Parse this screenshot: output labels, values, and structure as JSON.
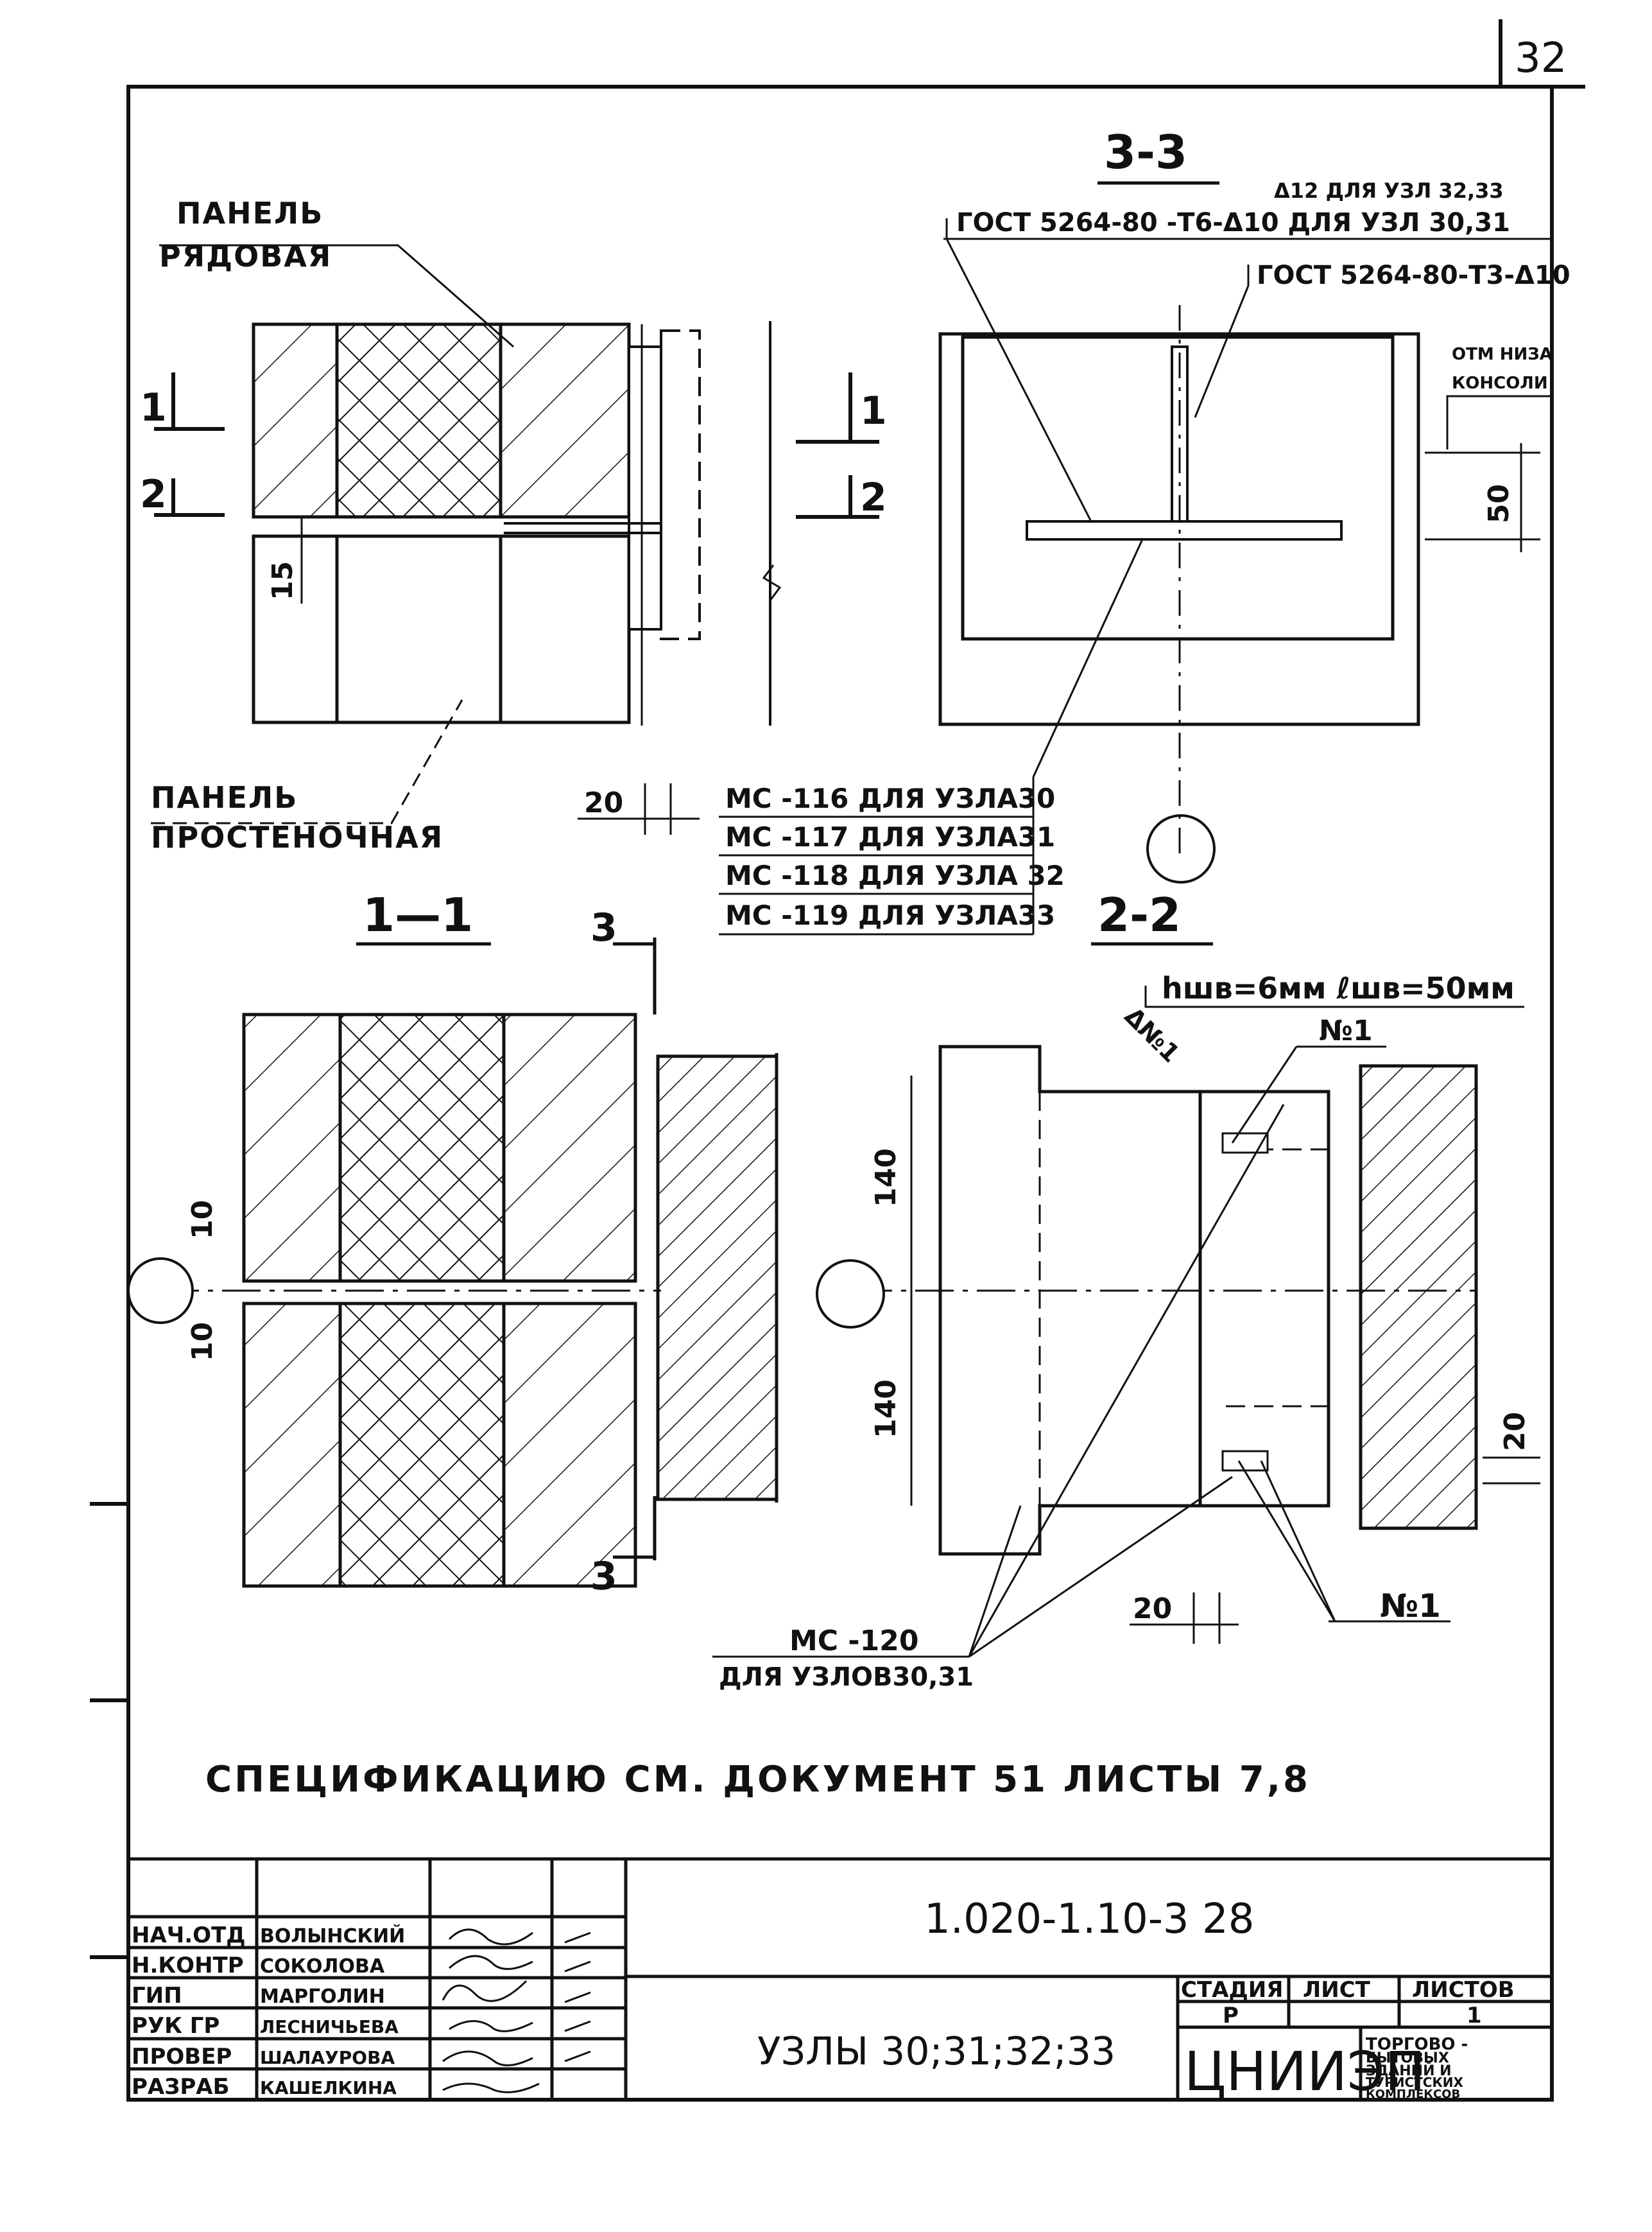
{
  "sheet_number": "32",
  "drawing": {
    "label_panel_row": [
      "ПАНЕЛЬ",
      "РЯДОВАЯ"
    ],
    "label_panel_pier": [
      "ПАНЕЛЬ",
      "ПРОСТЕНОЧНАЯ"
    ],
    "section_3_3_title": "3-3",
    "section_1_1_title": "1—1",
    "section_2_2_title": "2-2",
    "cut_markers": [
      "1",
      "2",
      "1",
      "2",
      "3",
      "3"
    ],
    "gost_lines": [
      "Δ12 ДЛЯ УЗЛ 32,33",
      "ГОСТ 5264-80 -Т6-Δ10 ДЛЯ УЗЛ 30,31",
      "ГОСТ 5264-80-Т3-Δ10"
    ],
    "console_note": [
      "ОТМ НИЗА",
      "КОНСОЛИ"
    ],
    "mc_list": [
      "МС -116 ДЛЯ УЗЛА30",
      "МС -117 ДЛЯ УЗЛА31",
      "МС -118 ДЛЯ УЗЛА 32",
      "МС -119 ДЛЯ УЗЛА33"
    ],
    "weld_note": "hшв=6мм ℓшв=50мм",
    "weld_marks": [
      "№1",
      "№1"
    ],
    "weld_ref": "Δ№1",
    "mc120": [
      "МС -120",
      "ДЛЯ УЗЛОВ30,31"
    ],
    "dims": {
      "d15": "15",
      "d20a": "20",
      "d50": "50",
      "d10a": "10",
      "d10b": "10",
      "d140a": "140",
      "d140b": "140",
      "d20b": "20",
      "d20c": "20"
    },
    "spec_note": "СПЕЦИФИКАЦИЮ  СМ. ДОКУМЕНТ 51 ЛИСТЫ 7,8"
  },
  "title_block": {
    "code": "1.020-1.10-3 28",
    "title": "УЗЛЫ 30;31;32;33",
    "roles": [
      "НАЧ.ОТД",
      "Н.КОНТР",
      "ГИП",
      "РУК ГР",
      "ПРОВЕР",
      "РАЗРАБ"
    ],
    "names": [
      "ВОЛЫНСКИЙ",
      "СОКОЛОВА",
      "МАРГОЛИН",
      "ЛЕСНИЧЬЕВА",
      "ШАЛАУРОВА",
      "КАШЕЛКИНА"
    ],
    "stage_header": "СТАДИЯ",
    "sheet_header": "ЛИСТ",
    "sheets_header": "ЛИСТОВ",
    "stage": "Р",
    "sheets": "1",
    "org": "ЦНИИЭП",
    "org_desc": [
      "ТОРГОВО -",
      "БЫТОВЫХ",
      "ЗДАНИЙ И",
      "ТУРИСТСКИХ",
      "КОМПЛЕКСОВ"
    ]
  }
}
